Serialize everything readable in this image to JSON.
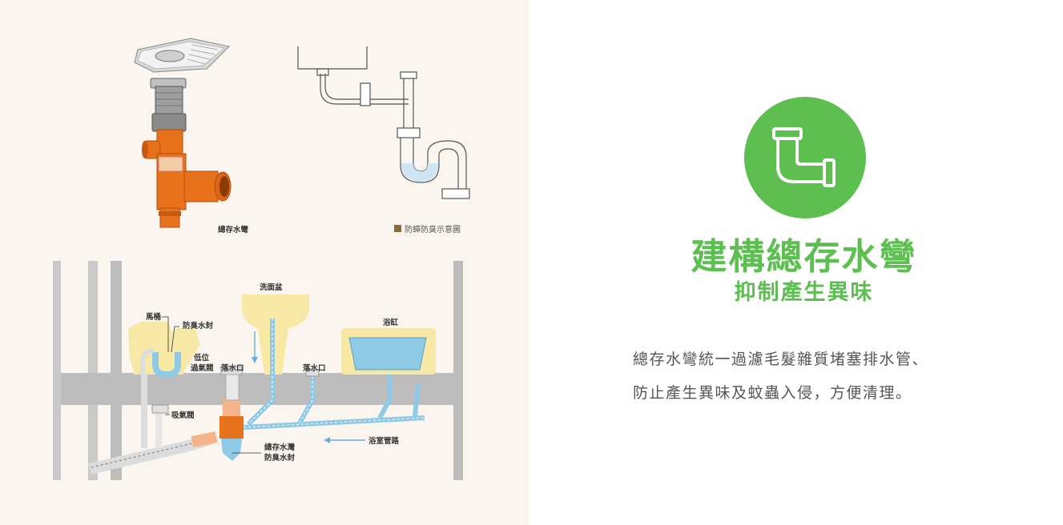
{
  "diagram": {
    "top_labels": {
      "trap_product": "總存水彎",
      "legend": "防蟑防臭示意圖"
    },
    "bottom_labels": {
      "toilet": "馬桶",
      "water_seal": "防臭水封",
      "low_valve_line1": "低位",
      "low_valve_line2": "過氣閥",
      "floor_drain_1": "落水口",
      "washbasin": "洗面盆",
      "floor_drain_2": "落水口",
      "bathtub": "浴缸",
      "air_valve": "吸氣閥",
      "trap_seal_line1": "總存水灣",
      "trap_seal_line2": "防臭水封",
      "bathroom_pipe": "浴室管路"
    },
    "colors": {
      "orange_pipe": "#e8721c",
      "water_blue": "#8ec9e6",
      "fixture_yellow": "#f8e8a6",
      "floor_gray": "#bdbdbd",
      "legend_square": "#8b6a3e"
    }
  },
  "feature": {
    "icon": "pipe-elbow-icon",
    "accent_color": "#5cbf4f",
    "title": "建構總存水彎",
    "subtitle": "抑制產生異味",
    "description_lines": [
      "總存水彎統一過濾毛髮雜質堵塞排水管、",
      "防止產生異味及蚊蟲入侵，方便清理。"
    ]
  }
}
